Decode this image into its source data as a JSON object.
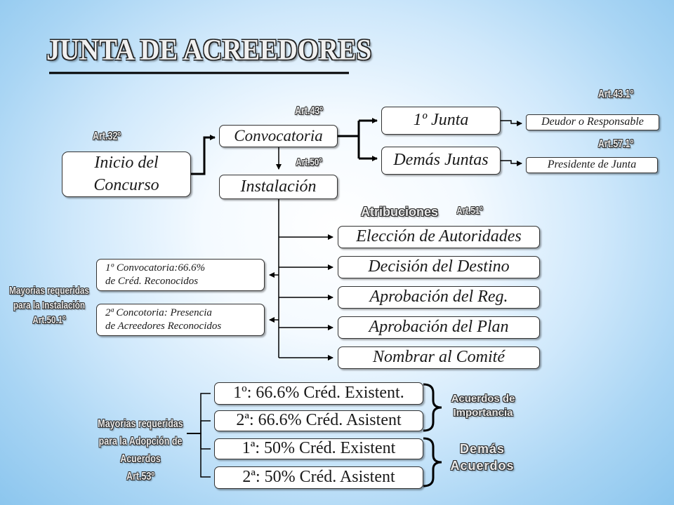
{
  "title": "JUNTA DE ACREEDORES",
  "boxes": {
    "inicio_line1": "Inicio del",
    "inicio_line2": "Concurso",
    "convocatoria": "Convocatoria",
    "instalacion": "Instalación",
    "primera_junta": "1º Junta",
    "demas_juntas": "Demás Juntas",
    "deudor": "Deudor o Responsable",
    "presidente": "Presidente de Junta",
    "eleccion": "Elección de Autoridades",
    "decision": "Decisión del Destino",
    "aprob_reg": "Aprobación del Reg.",
    "aprob_plan": "Aprobación del Plan",
    "comite": "Nombrar al Comité",
    "conv1_line1": "1º Convocatoria:66.6%",
    "conv1_line2": "de Créd. Reconocidos",
    "conv2_line1": "2ª Concotoria: Presencia",
    "conv2_line2": "de Acreedores Reconocidos",
    "may1": "1º: 66.6% Créd. Existent.",
    "may2": "2ª: 66.6% Créd. Asistent",
    "may3": "1ª: 50% Créd. Existent",
    "may4": "2ª: 50% Créd. Asistent"
  },
  "labels": {
    "art32": "Art.32º",
    "art43": "Art.43º",
    "art50": "Art.50º",
    "art431": "Art.43.1º",
    "art571": "Art.57.1º",
    "atribuciones": "Atribuciones",
    "art51": "Art.51º",
    "inst_line1": "Mayorias requeridas",
    "inst_line2": "para la Instalación",
    "inst_line3": "Art.50.1º",
    "adop_line1": "Mayorias requeridas",
    "adop_line2": "para la Adopción de",
    "adop_line3": "Acuerdos",
    "adop_line4": "Art.53º",
    "acuerdos_imp_line1": "Acuerdos de",
    "acuerdos_imp_line2": "Importancia",
    "demas_line1": "Demás",
    "demas_line2": "Acuerdos"
  }
}
